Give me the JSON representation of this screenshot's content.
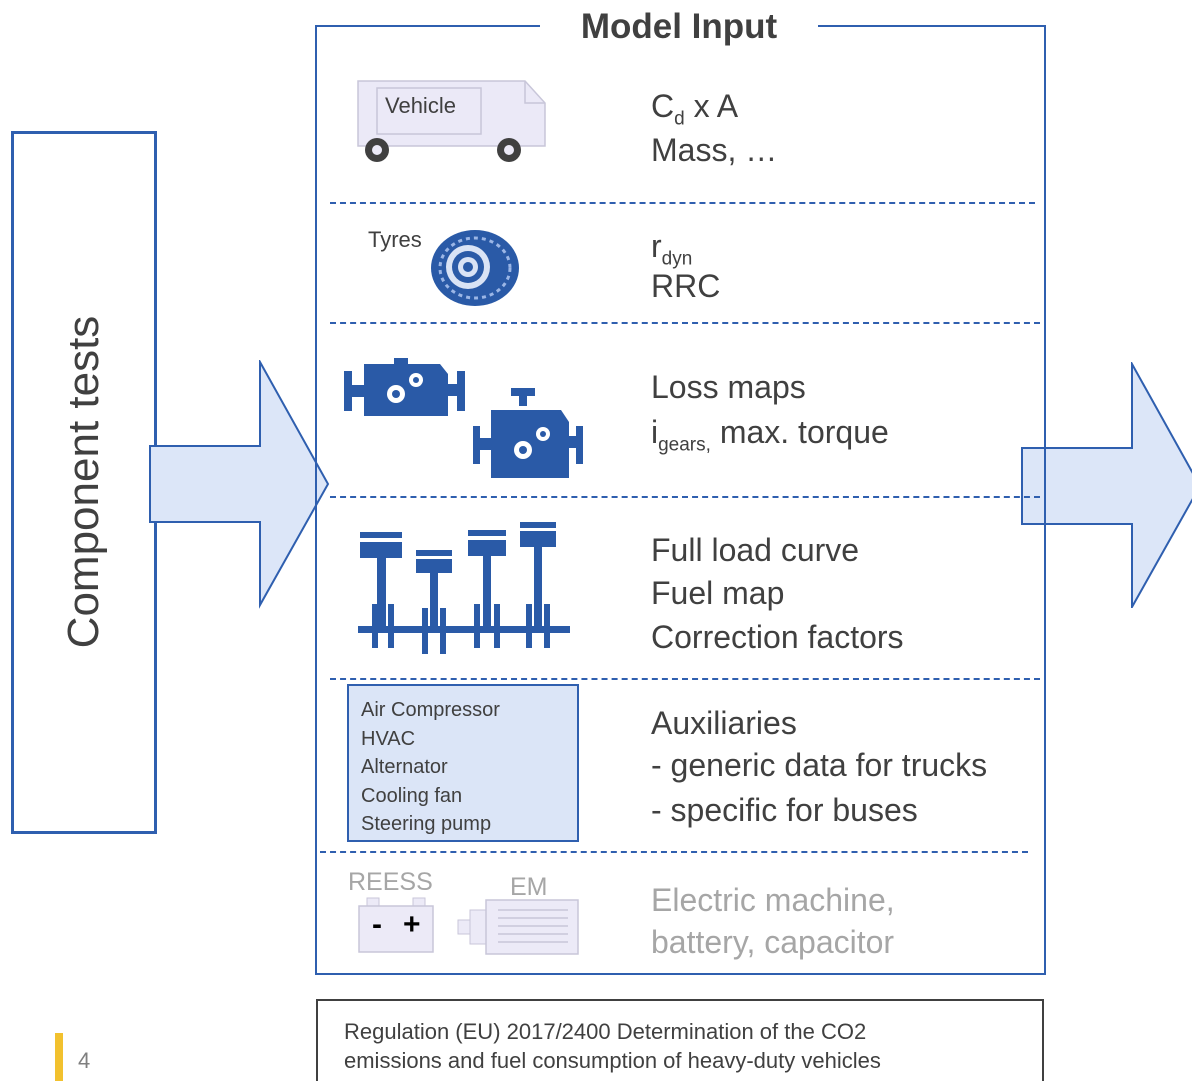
{
  "component_tests": {
    "label": "Component tests"
  },
  "model_input": {
    "title": "Model Input",
    "rows": {
      "vehicle": {
        "icon_label": "Vehicle",
        "line1_main": "C",
        "line1_sub": "d",
        "line1_rest": " x A",
        "line2": "Mass, …"
      },
      "tyres": {
        "icon_label": "Tyres",
        "line1_main": "r",
        "line1_sub": "dyn",
        "line2": "RRC"
      },
      "transmission": {
        "line1": "Loss maps",
        "line2_main": "i",
        "line2_sub": "gears,",
        "line2_rest": " max. torque"
      },
      "engine": {
        "line1": "Full load curve",
        "line2": "Fuel map",
        "line3": "Correction factors"
      },
      "auxiliaries": {
        "box_items": [
          "Air Compressor",
          "HVAC",
          "Alternator",
          "Cooling fan",
          "Steering pump"
        ],
        "line1": "Auxiliaries",
        "line2": "- generic data for trucks",
        "line3": "- specific for buses"
      },
      "electric": {
        "reess_label": "REESS",
        "em_label": "EM",
        "battery_minus": "-",
        "battery_plus": "+",
        "line1": "Electric machine,",
        "line2": "battery, capacitor"
      }
    }
  },
  "regulation": {
    "line1": "Regulation (EU) 2017/2400 Determination of the CO2",
    "line2": "emissions and fuel consumption of heavy-duty vehicles"
  },
  "page_number": "4",
  "colors": {
    "border_blue": "#2f5faf",
    "icon_blue": "#2a5aa7",
    "arrow_fill": "#dce6f8",
    "accent_yellow": "#f2c12e",
    "text_dark": "#404040",
    "text_gray": "#a6a6a6"
  }
}
